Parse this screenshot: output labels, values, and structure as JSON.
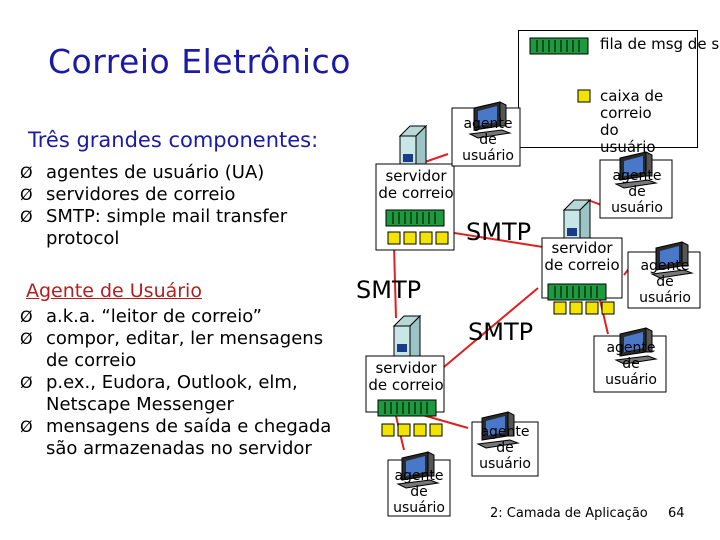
{
  "slide": {
    "title": "Correio Eletrônico",
    "subtitle": "Três grandes componentes:",
    "components": [
      "agentes de usuário (UA)",
      "servidores de correio",
      "SMTP: simple mail transfer protocol"
    ],
    "ua_heading": "Agente de Usuário",
    "ua_points": [
      "a.k.a. “leitor de correio”",
      "compor, editar, ler mensagens de correio",
      "p.ex., Eudora, Outlook, elm, Netscape Messenger",
      "mensagens de saída e chegada são armazenadas no servidor"
    ],
    "bullet_glyph": "Ø"
  },
  "legend": {
    "outgoing_queue": "fila de msg de saída",
    "mailbox": "caixa de correio do usuário"
  },
  "diagram": {
    "server_label": "servidor de correio",
    "agent_label": "agente de usuário",
    "protocol_label": "SMTP"
  },
  "footer": {
    "section": "2: Camada de Aplicação",
    "page": "64"
  },
  "colors": {
    "title": "#1a1aa6",
    "heading_red": "#b02020",
    "queue_green": "#1e9a3e",
    "mailbox_yellow": "#f2e400",
    "server_teal": "#c9e6e6",
    "link_red": "#e02020",
    "pc_blue": "#3a5aa8"
  }
}
